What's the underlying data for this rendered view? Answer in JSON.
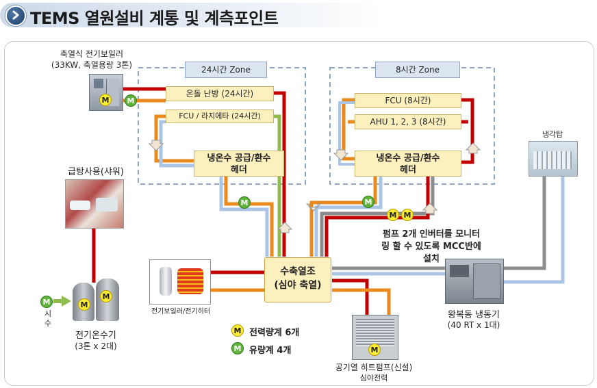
{
  "header": {
    "title": "TEMS 열원설비 계통 및 계측포인트"
  },
  "zones": [
    {
      "title": "24시간 Zone"
    },
    {
      "title": "8시간 Zone"
    }
  ],
  "equipment": {
    "boiler_storage": {
      "name": "축열식 전기보일러",
      "spec": "(33KW, 축열용량 3톤)"
    },
    "hot_water_use": {
      "name": "급탕사용(샤워)"
    },
    "water_heater": {
      "name": "전기온수기",
      "spec": "(3톤 x 2대)"
    },
    "city_water": {
      "label": "시\n수"
    },
    "electric_boiler_label": "전기보일러/전기히터",
    "storage_tank": {
      "line1": "수축열조",
      "line2": "(심야 축열)"
    },
    "cooling_tower": {
      "name": "냉각탑"
    },
    "chiller": {
      "name": "왕복동 냉동기",
      "spec": "(40 RT x 1대)"
    },
    "heat_pump": {
      "name": "공기열 히트펌프(신설)",
      "note": "심야전력"
    }
  },
  "loads_24h": [
    {
      "label": "온돌 난방 (24시간)"
    },
    {
      "label": "FCU / 라지에타 (24시간)"
    }
  ],
  "header_24h": {
    "line1": "냉온수 공급/환수",
    "line2": "헤더"
  },
  "loads_8h": [
    {
      "label": "FCU (8시간)"
    },
    {
      "label": "AHU 1, 2, 3 (8시간)"
    }
  ],
  "header_8h": {
    "line1": "냉온수 공급/환수",
    "line2": "헤더"
  },
  "pump_note": "펌프 2개 인버터를 모니터\n링 할 수 있도록 MCC반에\n설치",
  "meter_symbol": "M",
  "legend": {
    "power_meter": "전력량계 6개",
    "flow_meter": "유량계 4개"
  },
  "colors": {
    "supply_red": "#c00000",
    "return_orange": "#e98a1e",
    "grey_pipe": "#8c8c8c",
    "lightblue_pipe": "#a9c4e4",
    "green_pipe": "#8fbc4a",
    "box_fill": "#fdf0bf",
    "meter_yellow": "#ffee33",
    "meter_green": "#5fb33a"
  }
}
